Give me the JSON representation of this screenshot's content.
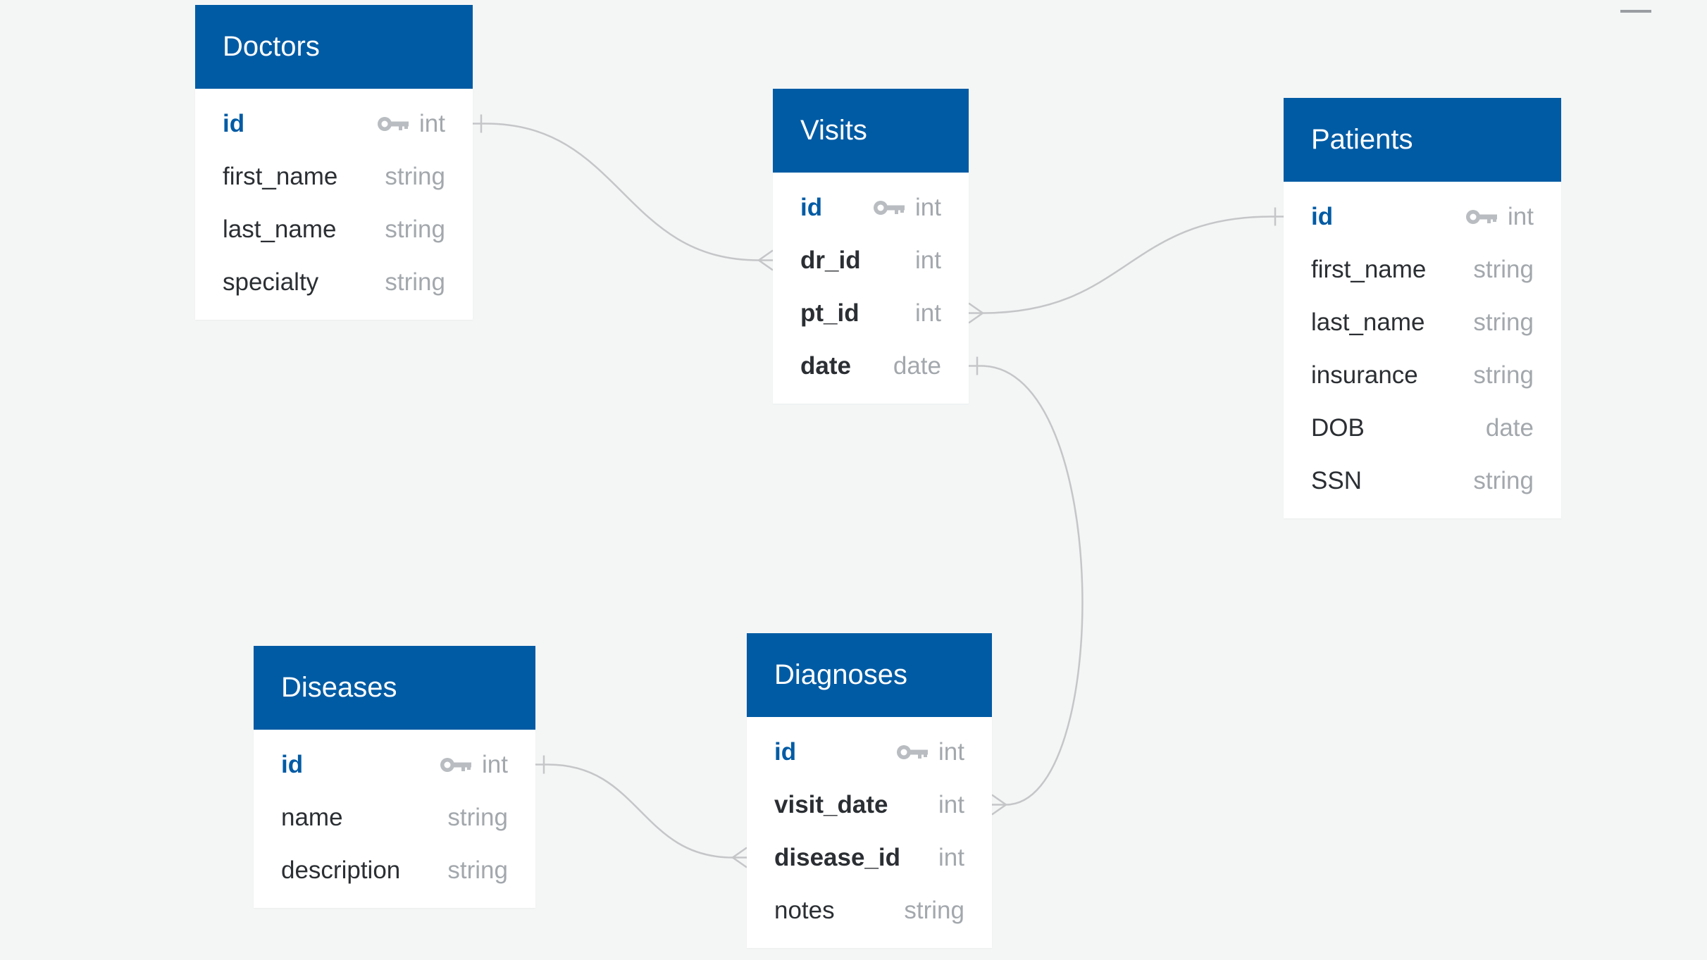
{
  "tables": {
    "doctors": {
      "title": "Doctors",
      "fields": [
        {
          "name": "id",
          "type": "int",
          "key": "pk"
        },
        {
          "name": "first_name",
          "type": "string",
          "key": ""
        },
        {
          "name": "last_name",
          "type": "string",
          "key": ""
        },
        {
          "name": "specialty",
          "type": "string",
          "key": ""
        }
      ]
    },
    "visits": {
      "title": "Visits",
      "fields": [
        {
          "name": "id",
          "type": "int",
          "key": "pk"
        },
        {
          "name": "dr_id",
          "type": "int",
          "key": "fk"
        },
        {
          "name": "pt_id",
          "type": "int",
          "key": "fk"
        },
        {
          "name": "date",
          "type": "date",
          "key": "fk"
        }
      ]
    },
    "patients": {
      "title": "Patients",
      "fields": [
        {
          "name": "id",
          "type": "int",
          "key": "pk"
        },
        {
          "name": "first_name",
          "type": "string",
          "key": ""
        },
        {
          "name": "last_name",
          "type": "string",
          "key": ""
        },
        {
          "name": "insurance",
          "type": "string",
          "key": ""
        },
        {
          "name": "DOB",
          "type": "date",
          "key": ""
        },
        {
          "name": "SSN",
          "type": "string",
          "key": ""
        }
      ]
    },
    "diseases": {
      "title": "Diseases",
      "fields": [
        {
          "name": "id",
          "type": "int",
          "key": "pk"
        },
        {
          "name": "name",
          "type": "string",
          "key": ""
        },
        {
          "name": "description",
          "type": "string",
          "key": ""
        }
      ]
    },
    "diagnoses": {
      "title": "Diagnoses",
      "fields": [
        {
          "name": "id",
          "type": "int",
          "key": "pk"
        },
        {
          "name": "visit_date",
          "type": "int",
          "key": "fk"
        },
        {
          "name": "disease_id",
          "type": "int",
          "key": "fk"
        },
        {
          "name": "notes",
          "type": "string",
          "key": ""
        }
      ]
    }
  },
  "relationships": [
    {
      "from": "doctors.id",
      "to": "visits.dr_id",
      "cardinality": "one-to-many"
    },
    {
      "from": "patients.id",
      "to": "visits.pt_id",
      "cardinality": "one-to-many"
    },
    {
      "from": "visits.date",
      "to": "diagnoses.visit_date",
      "cardinality": "one-to-many"
    },
    {
      "from": "diseases.id",
      "to": "diagnoses.disease_id",
      "cardinality": "one-to-many"
    }
  ],
  "colors": {
    "header": "#005ba4",
    "primary_key_text": "#005ba4",
    "type_text": "#a3a8ad",
    "connector": "#c4c6c8",
    "background": "#f4f6f6"
  },
  "icons": {
    "primary_key": "key-icon",
    "window": "minimize-icon"
  }
}
